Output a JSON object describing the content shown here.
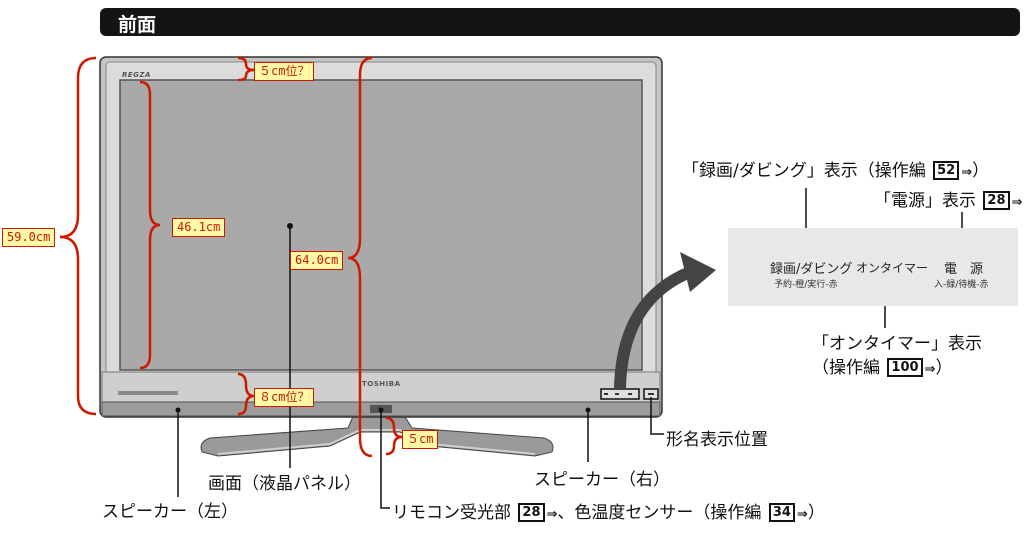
{
  "header": {
    "title": "前面"
  },
  "tv": {
    "brand_small": "REGZA",
    "brand": "TOSHIBA"
  },
  "measurements": {
    "total_height": "59.0cm",
    "screen_height": "46.1cm",
    "width": "64.0cm",
    "top_bezel": "５cm位？",
    "bottom_bezel": "８cm位？",
    "stand_height": "５cm"
  },
  "callouts": {
    "screen": "画面（液晶パネル）",
    "speaker_left": "スピーカー（左）",
    "speaker_right": "スピーカー（右）",
    "remote_sensor_prefix": "リモコン受光部",
    "remote_sensor_ref": "28",
    "remote_sensor_mid": "、色温度センサー（操作編",
    "remote_sensor_ref2": "34",
    "remote_sensor_suffix": "）",
    "model_position": "形名表示位置",
    "rec_dubbing_prefix": "「録画/ダビング」表示（操作編",
    "rec_dubbing_ref": "52",
    "rec_dubbing_suffix": "）",
    "power_prefix": "「電源」表示",
    "power_ref": "28",
    "on_timer_line1": "「オンタイマー」表示",
    "on_timer_line2_prefix": "（操作編",
    "on_timer_ref": "100",
    "on_timer_line2_suffix": "）"
  },
  "panel": {
    "rec_label": "録画/ダビング",
    "rec_sub": "予約-橙/実行-赤",
    "timer_label": "オンタイマー",
    "power_label": "電　源",
    "power_sub": "入-緑/待機-赤"
  },
  "colors": {
    "accent": "#cc1a00",
    "highlight": "#fff9a8",
    "header": "#141414"
  }
}
